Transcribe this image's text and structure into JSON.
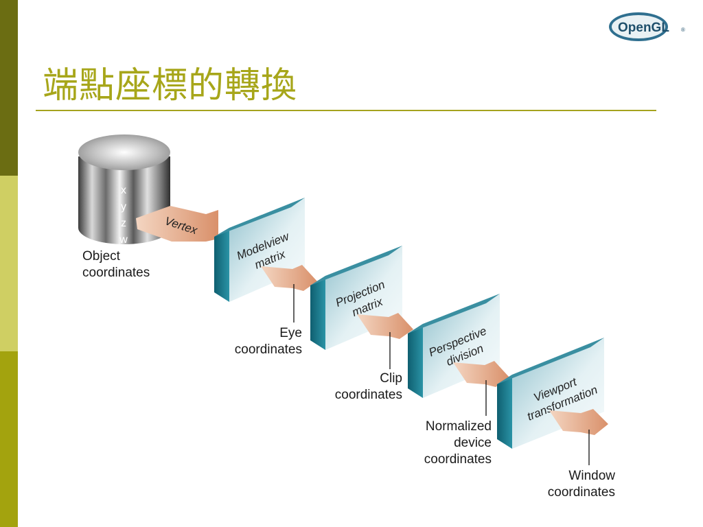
{
  "slide": {
    "title": "端點座標的轉換",
    "logo_text": "OpenGL",
    "logo_mark": "®"
  },
  "colors": {
    "sidebar": [
      "#6b6d12",
      "#cfcf63",
      "#a3a30e"
    ],
    "title": "#a7a61a",
    "box_face": "#dcecf0",
    "box_side": "#167a8c",
    "arrow": "#e4a581"
  },
  "diagram": {
    "cylinder": {
      "components": [
        "x",
        "y",
        "z",
        "w"
      ]
    },
    "vertex_label": "Vertex",
    "stages": [
      {
        "line1": "Modelview",
        "line2": "matrix"
      },
      {
        "line1": "Projection",
        "line2": "matrix"
      },
      {
        "line1": "Perspective",
        "line2": "division"
      },
      {
        "line1": "Viewport",
        "line2": "transformation"
      }
    ],
    "labels": {
      "object": [
        "Object",
        "coordinates"
      ],
      "eye": [
        "Eye",
        "coordinates"
      ],
      "clip": [
        "Clip",
        "coordinates"
      ],
      "ndc": [
        "Normalized",
        "device",
        "coordinates"
      ],
      "window": [
        "Window",
        "coordinates"
      ]
    }
  }
}
